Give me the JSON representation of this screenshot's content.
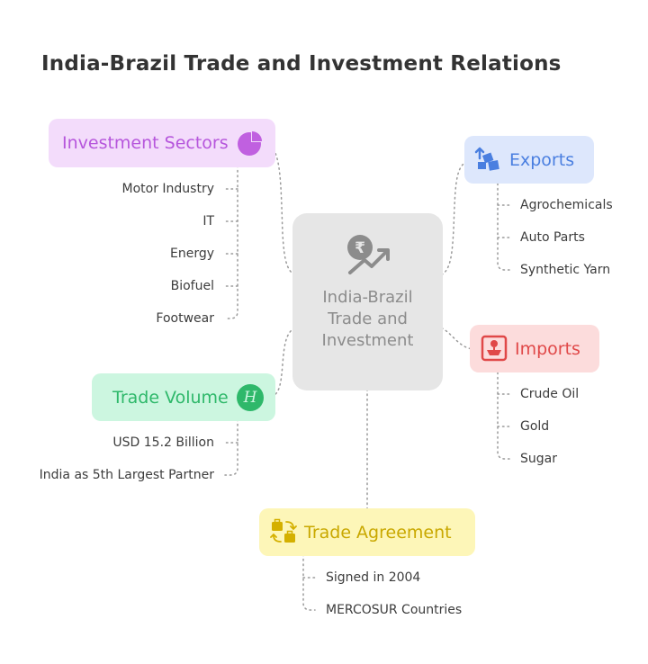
{
  "title": "India-Brazil Trade and Investment Relations",
  "center": {
    "label": "India-Brazil Trade and Investment",
    "icon": "rupee-growth-icon"
  },
  "branches": {
    "investment_sectors": {
      "label": "Investment Sectors",
      "icon": "pie-chart-icon",
      "color": "#c060e0",
      "bg": "#f3dcfb",
      "items": [
        "Motor Industry",
        "IT",
        "Energy",
        "Biofuel",
        "Footwear"
      ]
    },
    "exports": {
      "label": "Exports",
      "icon": "shipping-boxes-icon",
      "color": "#4a7fe0",
      "bg": "#dde7fc",
      "items": [
        "Agrochemicals",
        "Auto Parts",
        "Synthetic Yarn"
      ]
    },
    "imports": {
      "label": "Imports",
      "icon": "cargo-unload-icon",
      "color": "#e04848",
      "bg": "#fcdcdc",
      "items": [
        "Crude Oil",
        "Gold",
        "Sugar"
      ]
    },
    "trade_volume": {
      "label": "Trade Volume",
      "icon": "h-circle-icon",
      "icon_glyph": "H",
      "color": "#2eb86a",
      "bg": "#ccf6e0",
      "items": [
        "USD 15.2 Billion",
        "India as 5th Largest Partner"
      ]
    },
    "trade_agreement": {
      "label": "Trade Agreement",
      "icon": "briefcase-exchange-icon",
      "color": "#d4b000",
      "bg": "#fdf6b8",
      "items": [
        "Signed in 2004",
        "MERCOSUR Countries"
      ]
    }
  }
}
